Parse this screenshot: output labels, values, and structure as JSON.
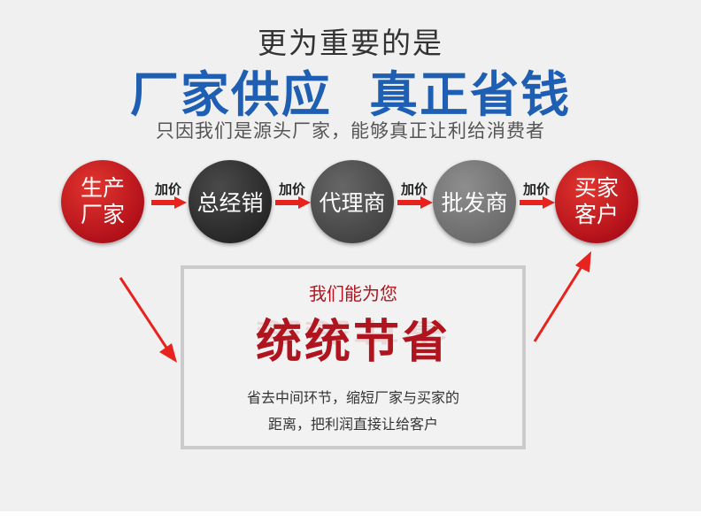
{
  "headline": {
    "line1": "更为重要的是",
    "line2": "厂家供应  真正省钱",
    "line3": "只因我们是源头厂家，能够真正让利给消费者"
  },
  "chain": [
    {
      "lines": [
        "生产",
        "厂家"
      ],
      "color": "#b3111a"
    },
    {
      "lines": [
        "总经销"
      ],
      "color": "#262626"
    },
    {
      "lines": [
        "代理商"
      ],
      "color": "#434343"
    },
    {
      "lines": [
        "批发商"
      ],
      "color": "#6a6a6a"
    },
    {
      "lines": [
        "买家",
        "客户"
      ],
      "color": "#b3111a"
    }
  ],
  "markup_label": "加价",
  "arrow_color": "#e8231e",
  "box": {
    "heading": "我们能为您",
    "title": "统统节省",
    "desc_line1": "省去中间环节，缩短厂家与买家的",
    "desc_line2": "距离，把利润直接让给客户"
  }
}
